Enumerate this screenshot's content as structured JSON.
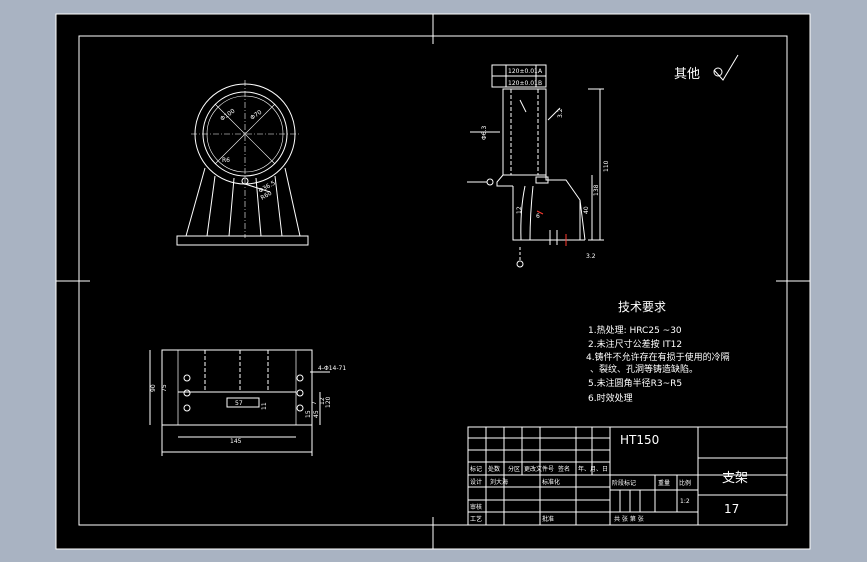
{
  "drawing": {
    "surface_note": "其他",
    "material": "HT150",
    "part_name": "支架",
    "part_no": "17",
    "scale": "1:2",
    "colors": {
      "background": "#a9b3c2",
      "sheet": "#000000",
      "line": "#ffffff",
      "accent": "#ff3b30"
    }
  },
  "requirements": {
    "title": "技术要求",
    "items": [
      "1.热处理: HRC25 ~30",
      "2.未注尺寸公差按 IT12",
      "4.铸件不允许存在有损于使用的冷隔",
      "、裂纹、孔洞等铸造缺陷。",
      "5.未注圆角半径R3~R5",
      "6.时效处理"
    ]
  },
  "title_block": {
    "row_labels": [
      "标记",
      "处数",
      "分区",
      "更改文件号",
      "签名",
      "年、月、日"
    ],
    "design": "设计",
    "designer": "刘大海",
    "standard": "标准化",
    "review": "审核",
    "process": "工艺",
    "approve": "批准",
    "stage_label": "阶段标记",
    "weight_label": "重量",
    "scale_label": "比例",
    "sheet_info": "共  张  第  张"
  },
  "dimensions": {
    "front_view": [
      "Φ100",
      "Φ70",
      "R6",
      "Φ36.5",
      "R60"
    ],
    "side_view": [
      "120±0.01",
      "120±0.01",
      "Φ6.3",
      "3.2",
      "110",
      "138",
      "40",
      "12",
      "6",
      "3.2"
    ],
    "tolerance_flag_a": "A",
    "tolerance_flag_b": "B",
    "top_view": [
      "4-Φ14-71",
      "90",
      "75",
      "57",
      "11",
      "7",
      "12",
      "15",
      "45",
      "120",
      "145"
    ]
  }
}
